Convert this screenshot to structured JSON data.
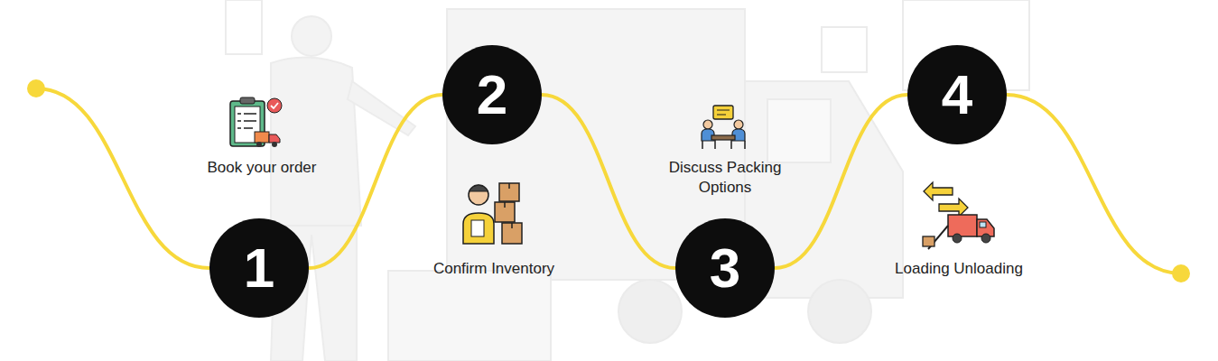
{
  "diagram": {
    "nodes": [
      {
        "text": [
          "1"
        ]
      },
      {
        "text": [
          "2"
        ]
      },
      {
        "text": [
          "3"
        ]
      },
      {
        "text": [
          "4"
        ]
      }
    ],
    "edges": [
      {
        "from": 0,
        "to": 1,
        "arrow": "none"
      },
      {
        "from": 1,
        "to": 2,
        "arrow": "none"
      },
      {
        "from": 2,
        "to": 3,
        "arrow": "none"
      }
    ],
    "labels": [
      "Book your order",
      "Confirm Inventory",
      "Discuss Packing Options",
      "Loading Unloading"
    ]
  }
}
